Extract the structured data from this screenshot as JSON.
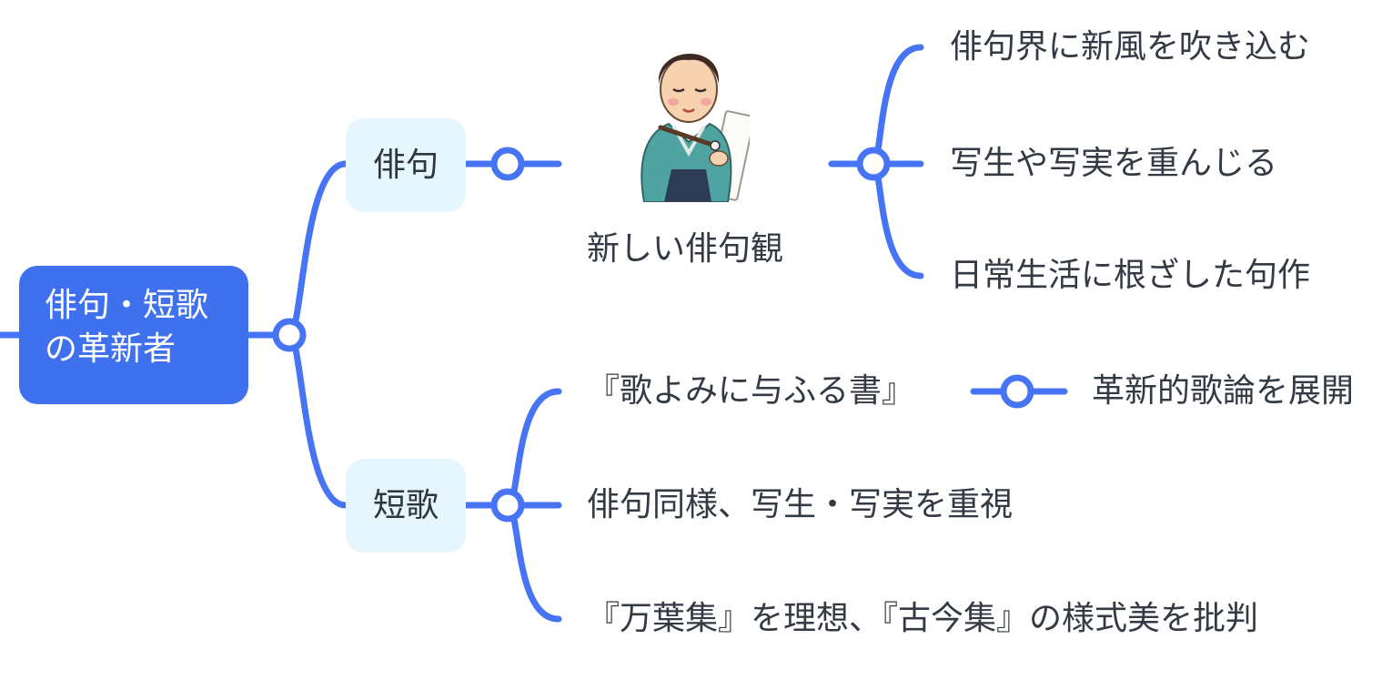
{
  "root": {
    "line1": "俳句・短歌",
    "line2": "の革新者"
  },
  "haiku": {
    "label": "俳句",
    "illustration_caption": "新しい俳句観",
    "points": [
      "俳句界に新風を吹き込む",
      "写生や写実を重んじる",
      "日常生活に根ざした句作"
    ]
  },
  "tanka": {
    "label": "短歌",
    "items": [
      {
        "text": "『歌よみに与ふる書』",
        "detail": "革新的歌論を展開"
      },
      {
        "text": "俳句同様、写生・写実を重視"
      },
      {
        "text": "『万葉集』を理想、『古今集』の様式美を批判"
      }
    ]
  },
  "colors": {
    "line": "#4674f5",
    "root_fill": "#3f70ee",
    "branch_fill": "#e6f6fe",
    "text": "#333a44"
  }
}
